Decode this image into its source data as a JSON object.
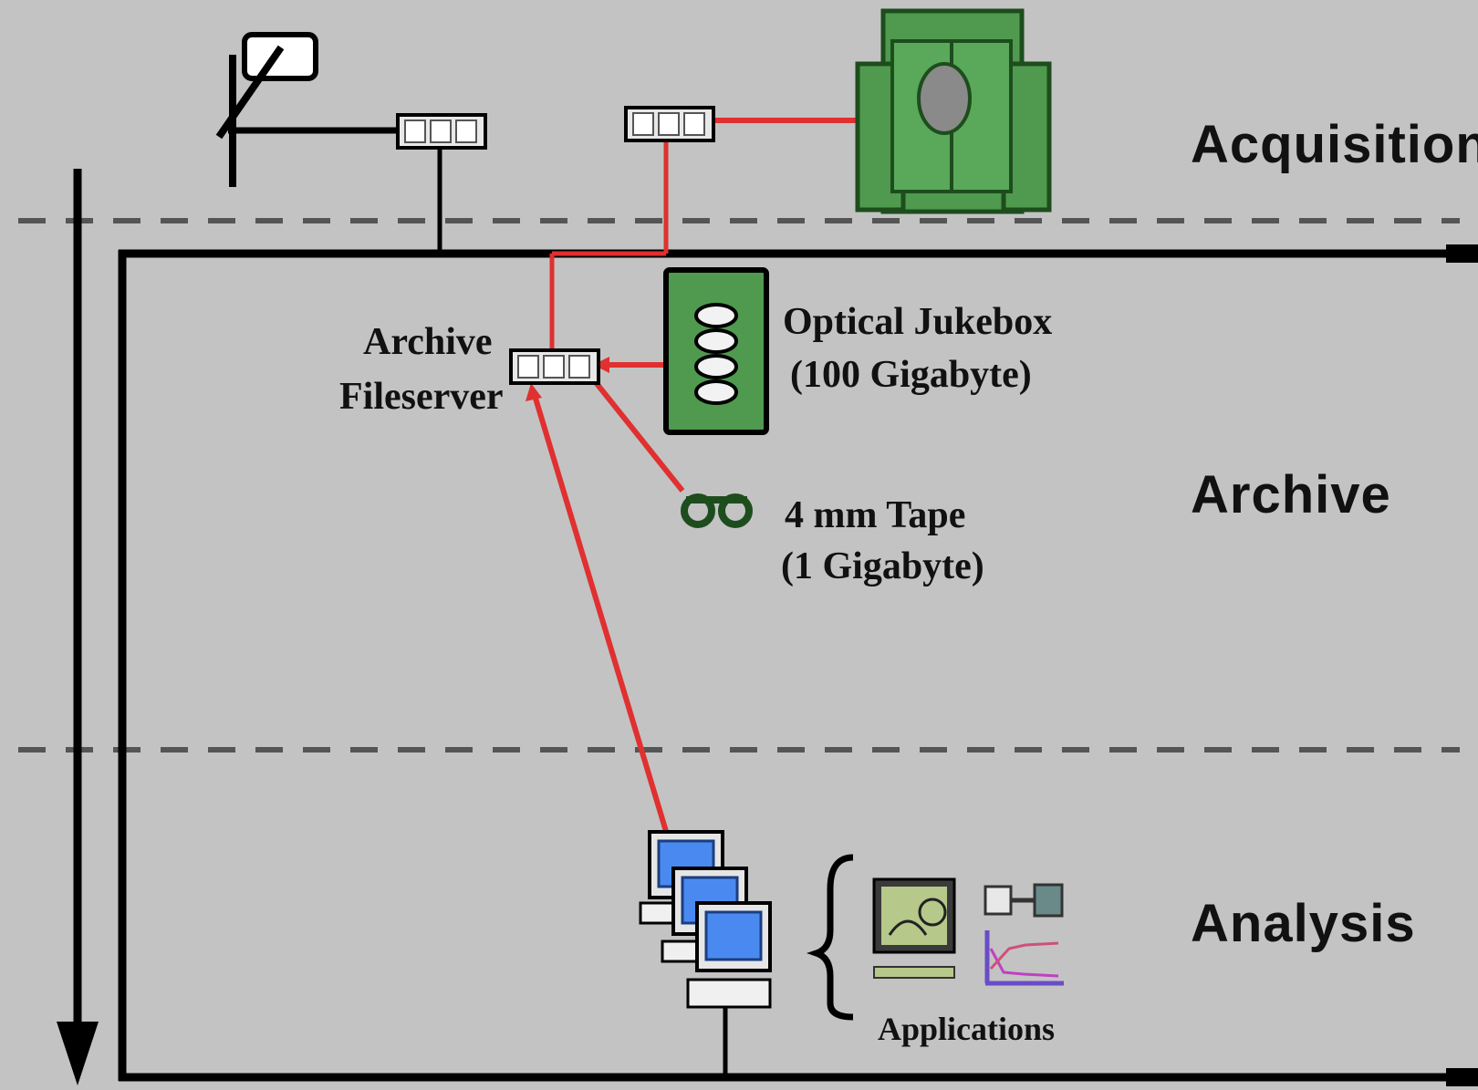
{
  "zones": {
    "acquisition": "Acquisition",
    "archive": "Archive",
    "analysis": "Analysis"
  },
  "devices": {
    "archive_fileserver": [
      "Archive",
      "Fileserver"
    ],
    "optical_jukebox": [
      "Optical Jukebox",
      "(100 Gigabyte)"
    ],
    "tape": [
      "4 mm Tape",
      "(1 Gigabyte)"
    ],
    "applications": "Applications"
  },
  "colors": {
    "background": "#c3c3c3",
    "network_line": "#000000",
    "data_link": "#e03030",
    "device_green": "#4f9a4f",
    "screen_blue": "#4a8af0"
  },
  "icons": {
    "acquisition_workstation": "desk-lamp-terminal-icon",
    "scanner": "mri-scanner-icon",
    "jukebox": "optical-jukebox-icon",
    "tape": "tape-reel-icon",
    "workstations": "workstation-stack-icon",
    "apps": [
      "image-viewer-app-icon",
      "connector-app-icon",
      "graph-app-icon"
    ]
  }
}
